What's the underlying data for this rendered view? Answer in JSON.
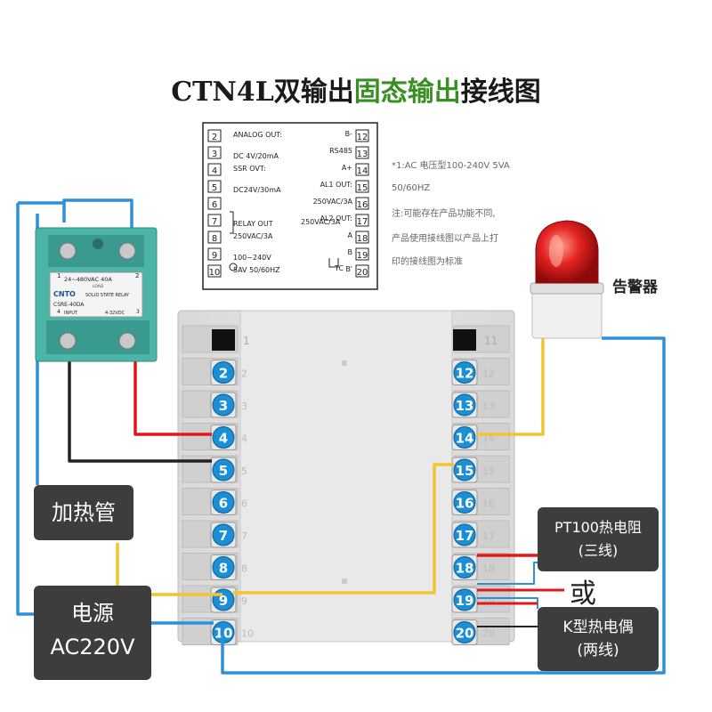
{
  "title": {
    "part1": "CTN4L",
    "part2": "双输出",
    "part3": "固态输出",
    "part4": "接线图"
  },
  "spec": {
    "rows": [
      {
        "pin": "2",
        "text": "ANALOG OUT:"
      },
      {
        "pin": "3",
        "text": "DC 4V/20mA"
      },
      {
        "pin": "4",
        "text": "SSR OVT:"
      },
      {
        "pin": "5",
        "text": "DC24V/30mA"
      },
      {
        "pin": "6",
        "text": ""
      },
      {
        "pin": "7",
        "text": "RELAY OUT"
      },
      {
        "pin": "8",
        "text": "250VAC/3A"
      },
      {
        "pin": "9",
        "text": "100~240V"
      },
      {
        "pin": "10",
        "text": "5AV 50/60HZ"
      }
    ],
    "right_rows": [
      {
        "pin": "12",
        "label": "B-"
      },
      {
        "pin": "13",
        "label": "RS485"
      },
      {
        "pin": "14",
        "label": "A+"
      },
      {
        "pin": "15",
        "label": "AL1 OUT:"
      },
      {
        "pin": "16",
        "label": "250VAC/3A"
      },
      {
        "pin": "17",
        "label": "AL2 OUT:"
      },
      {
        "pin": "18",
        "label": "A"
      },
      {
        "pin": "19",
        "label": "B"
      },
      {
        "pin": "20",
        "label": "B'"
      }
    ],
    "al2_rating": "250VAC/3A",
    "tc_label": "TC"
  },
  "notes": [
    "*1:AC 电压型100-240V 5VA",
    "50/60HZ",
    "注:可能存在产品功能不同,",
    "产品使用接线图以产品上打",
    "印的接线图为标准"
  ],
  "relay": {
    "brand": "CNTO",
    "model": "CSRE-40DA",
    "load": "24~480VAC  40A",
    "load_label": "LOAD",
    "type_label": "SOLID STATE RELAY",
    "input_label": "INPUT",
    "input_range": "4-32VDC",
    "terminal_1": "1",
    "terminal_2": "2",
    "terminal_3": "3",
    "terminal_4": "4"
  },
  "alarm_label": "告警器",
  "labels": {
    "heater": "加热管",
    "power_line1": "电源",
    "power_line2": "AC220V",
    "pt100_line1": "PT100热电阻",
    "pt100_line2": "(三线)",
    "or": "或",
    "k_line1": "K型热电偶",
    "k_line2": "(两线)"
  },
  "terminals_left": [
    "1",
    "2",
    "3",
    "4",
    "5",
    "6",
    "7",
    "8",
    "9",
    "10"
  ],
  "terminals_right": [
    "11",
    "12",
    "13",
    "14",
    "15",
    "16",
    "17",
    "18",
    "19",
    "20"
  ],
  "colors": {
    "title_green": "#3a8f24",
    "relay_teal": "#4cb5a8",
    "wire_blue": "#2f8fd8",
    "wire_yellow": "#f4c430",
    "wire_red": "#e01818",
    "wire_black": "#222222",
    "label_bg": "#3d3d3d",
    "terminal_blue": "#1a8fd6"
  }
}
